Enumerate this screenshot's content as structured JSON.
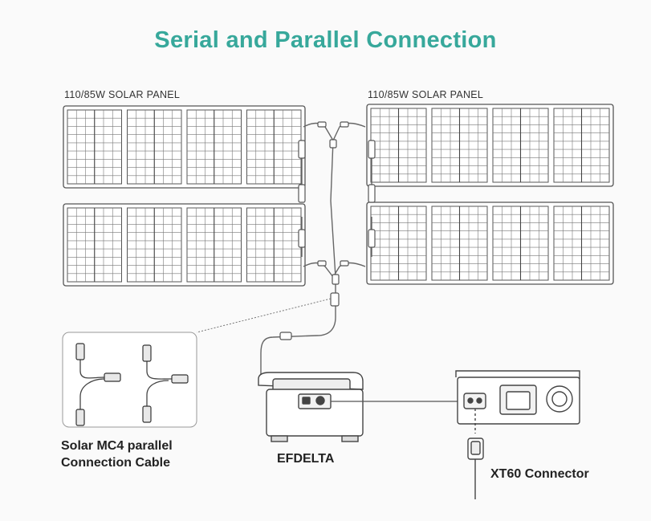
{
  "title": "Serial and Parallel Connection",
  "panels": {
    "left_label": "110/85W SOLAR PANEL",
    "right_label": "110/85W SOLAR PANEL"
  },
  "captions": {
    "mc4_line1": "Solar MC4 parallel",
    "mc4_line2": "Connection Cable",
    "efdelta": "EFDELTA",
    "xt60": "XT60 Connector"
  },
  "colors": {
    "title": "#37a89b",
    "line": "#666666"
  }
}
